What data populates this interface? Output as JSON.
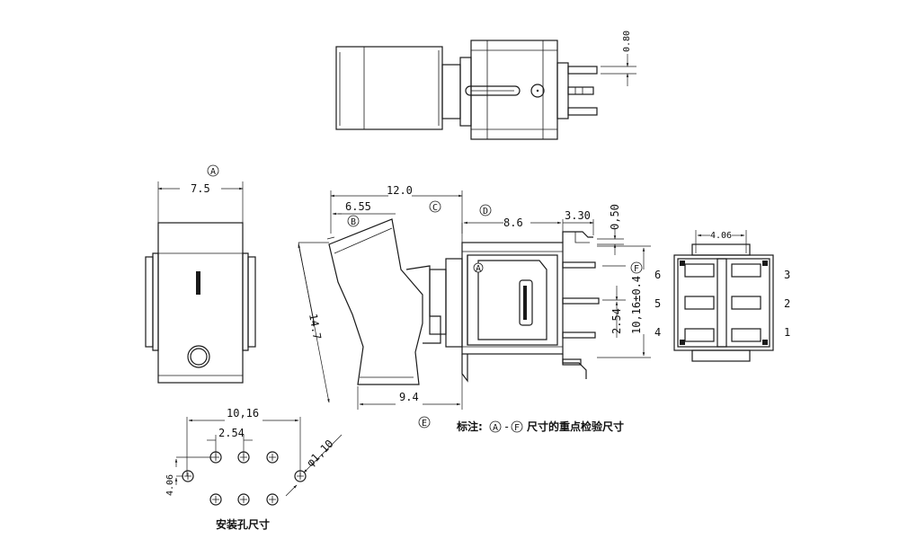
{
  "labels": {
    "A": "A",
    "B": "B",
    "C": "C",
    "D": "D",
    "E": "E",
    "F": "F"
  },
  "dims": {
    "d_0_80": "0.80",
    "d_7_5": "7.5",
    "d_12_0": "12.0",
    "d_6_55": "6.55",
    "d_8_6": "8.6",
    "d_3_30": "3.30",
    "d_0_50": "0,50",
    "d_14_7": "14.7",
    "d_9_4": "9.4",
    "d_2_54_v": "2.54",
    "d_10_16_tol": "10,16±0.4",
    "d_4_06_top": "4.06",
    "d_10_16": "10,16",
    "d_2_54": "2.54",
    "d_4_06_side": "4.06",
    "d_hole": "φ1,10"
  },
  "pins": [
    "6",
    "5",
    "4",
    "3",
    "2",
    "1"
  ],
  "notes": {
    "prefix": "标注:",
    "dash": "-",
    "suffix": "尺寸的重点检验尺寸",
    "hole_title": "安装孔尺寸"
  },
  "colors": {
    "line": "#1a1a1a",
    "background": "#ffffff"
  }
}
